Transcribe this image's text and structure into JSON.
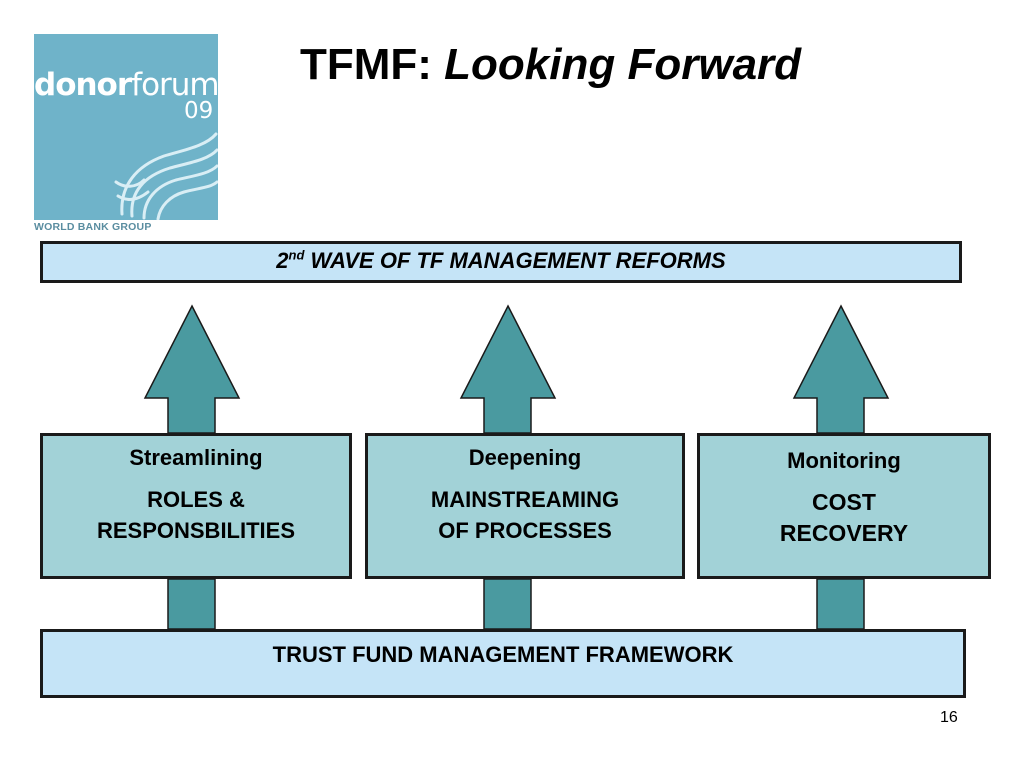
{
  "logo": {
    "word_bold": "donor",
    "word_light": "forum",
    "number": "09",
    "subtitle": "WORLD BANK GROUP"
  },
  "title": {
    "prefix": "TFMF: ",
    "emphasis": "Looking Forward"
  },
  "top_banner": {
    "ordinal_number": "2",
    "ordinal_suffix": "nd",
    "text": " WAVE OF TF MANAGEMENT REFORMS"
  },
  "pillars": [
    {
      "heading": "Streamlining",
      "body": "ROLES &\nRESPONSBILITIES"
    },
    {
      "heading": "Deepening",
      "body": "MAINSTREAMING\nOF PROCESSES"
    },
    {
      "heading": "Monitoring",
      "body": "COST\nRECOVERY"
    }
  ],
  "bottom_banner": {
    "text": "TRUST FUND MANAGEMENT FRAMEWORK"
  },
  "page_number": "16",
  "colors": {
    "arrow_fill": "#4a9aa0",
    "box_fill": "#a2d2d7",
    "banner_fill": "#c5e4f7",
    "logo_bg": "#6fb3c9"
  }
}
